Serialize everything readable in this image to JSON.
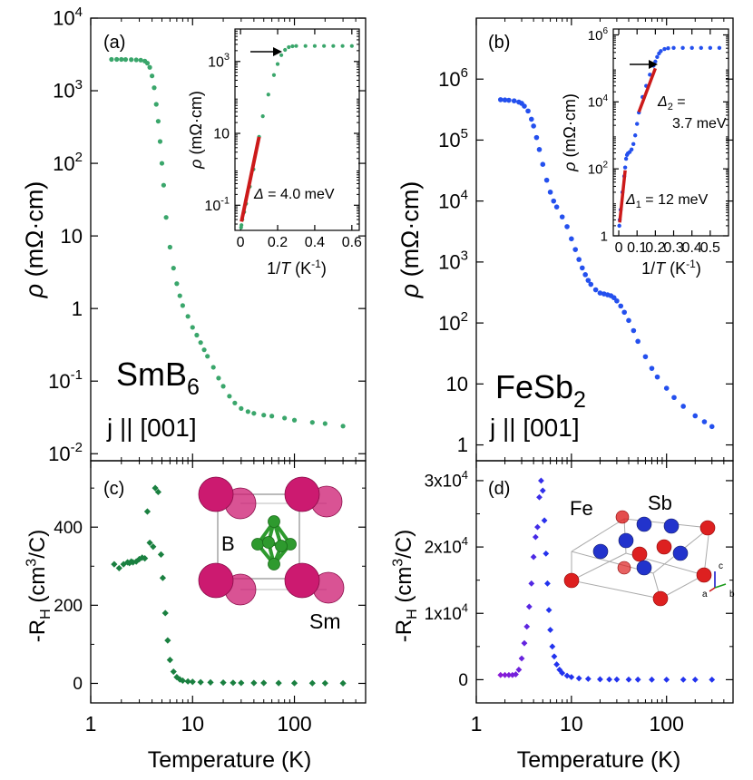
{
  "figure": {
    "shared_xlabel": "Temperature (K)",
    "x_ticks": [
      "1",
      "10",
      "100"
    ]
  },
  "chart_data": [
    {
      "id": "a",
      "panel_label": "(a)",
      "type": "scatter",
      "material_base": "SmB",
      "material_sub": "6",
      "current_dir": "j || [001]",
      "ylabel": "ρ (mΩ·cm)",
      "xlabel": "Temperature (K)",
      "x_scale": "log",
      "y_scale": "log",
      "xlim": [
        1,
        500
      ],
      "ylim": [
        0.008,
        10000
      ],
      "y_ticks": [
        "10^-2",
        "10^-1",
        "1",
        "10",
        "10^2",
        "10^3",
        "10^4"
      ],
      "color": "#3aa66b",
      "series": [
        {
          "x": [
            1.6,
            1.8,
            2.0,
            2.2,
            2.5,
            2.8,
            3.1,
            3.4,
            3.6,
            3.8,
            4.0,
            4.2,
            4.4,
            4.6,
            4.8,
            5.0,
            5.2,
            5.5,
            6.0,
            6.5,
            7.0,
            7.5,
            8,
            9,
            10,
            11,
            12,
            13,
            14,
            16,
            18,
            20,
            23,
            26,
            30,
            35,
            40,
            50,
            60,
            80,
            100,
            150,
            200,
            300
          ],
          "y": [
            2700,
            2700,
            2700,
            2690,
            2680,
            2660,
            2640,
            2560,
            2400,
            2100,
            1600,
            1100,
            650,
            380,
            200,
            100,
            50,
            18,
            7,
            3.6,
            2.2,
            1.5,
            1.1,
            0.78,
            0.55,
            0.43,
            0.34,
            0.27,
            0.22,
            0.155,
            0.11,
            0.085,
            0.062,
            0.05,
            0.042,
            0.038,
            0.036,
            0.034,
            0.033,
            0.031,
            0.029,
            0.027,
            0.026,
            0.024
          ]
        }
      ],
      "inset": {
        "type": "scatter",
        "xlabel": "1/T (K^-1)",
        "ylabel": "ρ (mΩ·cm)",
        "x_scale": "linear",
        "y_scale": "log",
        "xlim": [
          -0.03,
          0.64
        ],
        "ylim": [
          0.02,
          8000
        ],
        "x_ticks": [
          "0",
          "0.2",
          "0.4",
          "0.6"
        ],
        "y_ticks": [
          "10^-1",
          "10",
          "10^3"
        ],
        "fit_label": "Δ = 4.0 meV",
        "fit_color": "#cc1a1a",
        "fit_x": [
          0.005,
          0.1
        ],
        "fit_y": [
          0.035,
          8
        ],
        "series": [
          {
            "x": [
              0.003,
              0.005,
              0.01,
              0.02,
              0.03,
              0.05,
              0.07,
              0.1,
              0.12,
              0.15,
              0.18,
              0.2,
              0.22,
              0.24,
              0.26,
              0.28,
              0.3,
              0.35,
              0.4,
              0.45,
              0.5,
              0.55,
              0.6
            ],
            "y": [
              0.024,
              0.028,
              0.04,
              0.065,
              0.11,
              0.33,
              1.0,
              8,
              30,
              120,
              420,
              850,
              1500,
              2100,
              2500,
              2650,
              2700,
              2700,
              2700,
              2700,
              2700,
              2700,
              2700
            ]
          }
        ]
      }
    },
    {
      "id": "b",
      "panel_label": "(b)",
      "type": "scatter",
      "material_base": "FeSb",
      "material_sub": "2",
      "current_dir": "j || [001]",
      "ylabel": "ρ (mΩ·cm)",
      "xlabel": "Temperature (K)",
      "x_scale": "log",
      "y_scale": "log",
      "xlim": [
        1,
        500
      ],
      "ylim": [
        0.55,
        10000000
      ],
      "y_ticks": [
        "1",
        "10",
        "10^2",
        "10^3",
        "10^4",
        "10^5",
        "10^6"
      ],
      "color": "#2450ee",
      "series": [
        {
          "x": [
            1.8,
            2.0,
            2.2,
            2.5,
            2.8,
            3.0,
            3.2,
            3.5,
            3.8,
            4.0,
            4.3,
            4.6,
            5.0,
            5.5,
            6,
            6.5,
            7,
            8,
            9,
            10,
            11,
            12,
            13,
            14,
            15,
            16,
            18,
            20,
            22,
            24,
            26,
            28,
            30,
            33,
            36,
            40,
            45,
            50,
            60,
            70,
            80,
            100,
            120,
            150,
            200,
            250,
            300
          ],
          "y": [
            460000,
            455000,
            450000,
            440000,
            420000,
            400000,
            360000,
            300000,
            220000,
            170000,
            110000,
            70000,
            40000,
            22000,
            14000,
            10000,
            8000,
            5500,
            3800,
            2400,
            1600,
            1100,
            800,
            620,
            500,
            430,
            350,
            310,
            300,
            290,
            280,
            260,
            230,
            190,
            150,
            110,
            75,
            50,
            28,
            18,
            13,
            8.5,
            6,
            4.3,
            3,
            2.4,
            2
          ]
        }
      ],
      "inset": {
        "type": "scatter",
        "xlabel": "1/T (K^-1)",
        "ylabel": "ρ (mΩ·cm)",
        "x_scale": "linear",
        "y_scale": "log",
        "xlim": [
          -0.03,
          0.6
        ],
        "ylim": [
          1,
          1500000
        ],
        "x_ticks": [
          "0",
          "0.1",
          "0.2",
          "0.3",
          "0.4",
          "0.5"
        ],
        "y_ticks": [
          "1",
          "10^2",
          "10^4",
          "10^6"
        ],
        "fit1_label": "Δ₁ = 12 meV",
        "fit2_label": "Δ₂ = 3.7 meV",
        "fit_color": "#cc1a1a",
        "fit1_x": [
          0.005,
          0.035
        ],
        "fit1_y": [
          2.5,
          90
        ],
        "fit2_x": [
          0.11,
          0.2
        ],
        "fit2_y": [
          5000,
          100000
        ],
        "series": [
          {
            "x": [
              0.003,
              0.005,
              0.01,
              0.02,
              0.03,
              0.035,
              0.04,
              0.045,
              0.05,
              0.06,
              0.07,
              0.08,
              0.09,
              0.1,
              0.11,
              0.13,
              0.15,
              0.17,
              0.19,
              0.2,
              0.21,
              0.22,
              0.23,
              0.25,
              0.27,
              0.3,
              0.35,
              0.4,
              0.45,
              0.5,
              0.55
            ],
            "y": [
              2,
              3,
              6,
              20,
              60,
              110,
              200,
              260,
              290,
              320,
              380,
              550,
              1000,
              2200,
              4800,
              14000,
              30000,
              65000,
              120000,
              160000,
              220000,
              280000,
              330000,
              380000,
              400000,
              410000,
              410000,
              410000,
              410000,
              410000,
              410000
            ]
          }
        ]
      }
    },
    {
      "id": "c",
      "panel_label": "(c)",
      "type": "scatter",
      "ylabel": "-R_H (cm^3/C)",
      "xlabel": "Temperature (K)",
      "x_scale": "log",
      "y_scale": "linear",
      "xlim": [
        1,
        500
      ],
      "ylim": [
        -50,
        570
      ],
      "y_ticks": [
        "0",
        "200",
        "400"
      ],
      "color": "#1a8040",
      "species": [
        "B",
        "Sm"
      ],
      "species_colors": [
        "#2e9a2e",
        "#cc1a70"
      ],
      "series": [
        {
          "x": [
            1.7,
            1.9,
            2.1,
            2.3,
            2.4,
            2.5,
            2.6,
            2.8,
            3.0,
            3.2,
            3.4,
            3.6,
            3.8,
            4.1,
            4.3,
            4.6,
            4.9,
            5.1,
            5.4,
            5.7,
            6.0,
            6.5,
            7,
            7.5,
            8,
            9,
            10,
            12,
            15,
            20,
            25,
            30,
            40,
            50,
            70,
            100,
            150,
            200,
            300
          ],
          "y": [
            305,
            295,
            305,
            310,
            308,
            312,
            310,
            312,
            318,
            322,
            320,
            440,
            360,
            350,
            500,
            490,
            330,
            270,
            180,
            110,
            60,
            30,
            16,
            10,
            7,
            5,
            4,
            3,
            2.5,
            2,
            1.5,
            1.2,
            1,
            1,
            0.8,
            0.6,
            0.5,
            0.4,
            0.3
          ]
        }
      ]
    },
    {
      "id": "d",
      "panel_label": "(d)",
      "type": "scatter",
      "ylabel": "-R_H (cm^3/C)",
      "xlabel": "Temperature (K)",
      "x_scale": "log",
      "y_scale": "linear",
      "xlim": [
        1,
        500
      ],
      "ylim": [
        -3500,
        33000
      ],
      "y_ticks": [
        "0",
        "1x10^4",
        "2x10^4",
        "3x10^4"
      ],
      "color_start": "#8a1ad6",
      "color_end": "#2233ee",
      "species": [
        "Fe",
        "Sb"
      ],
      "species_colors": [
        "#dd2020",
        "#2233cc"
      ],
      "crystal_axes": [
        "c",
        "a",
        "b"
      ],
      "series": [
        {
          "x": [
            1.8,
            2.0,
            2.2,
            2.4,
            2.6,
            2.8,
            3.0,
            3.2,
            3.4,
            3.6,
            3.8,
            4.0,
            4.2,
            4.4,
            4.6,
            4.8,
            5.0,
            5.2,
            5.4,
            5.6,
            5.8,
            6.0,
            6.3,
            6.6,
            7,
            7.5,
            8,
            9,
            10,
            12,
            15,
            20,
            25,
            30,
            40,
            50,
            70,
            100,
            150,
            200,
            300
          ],
          "y": [
            700,
            700,
            700,
            700,
            800,
            1500,
            3200,
            5500,
            8000,
            11000,
            14500,
            18500,
            21500,
            23000,
            27500,
            30000,
            28500,
            24000,
            19000,
            14500,
            10500,
            7500,
            5000,
            3500,
            2300,
            1500,
            1000,
            600,
            400,
            200,
            120,
            60,
            40,
            30,
            20,
            15,
            10,
            8,
            6,
            5,
            4
          ]
        }
      ]
    }
  ]
}
